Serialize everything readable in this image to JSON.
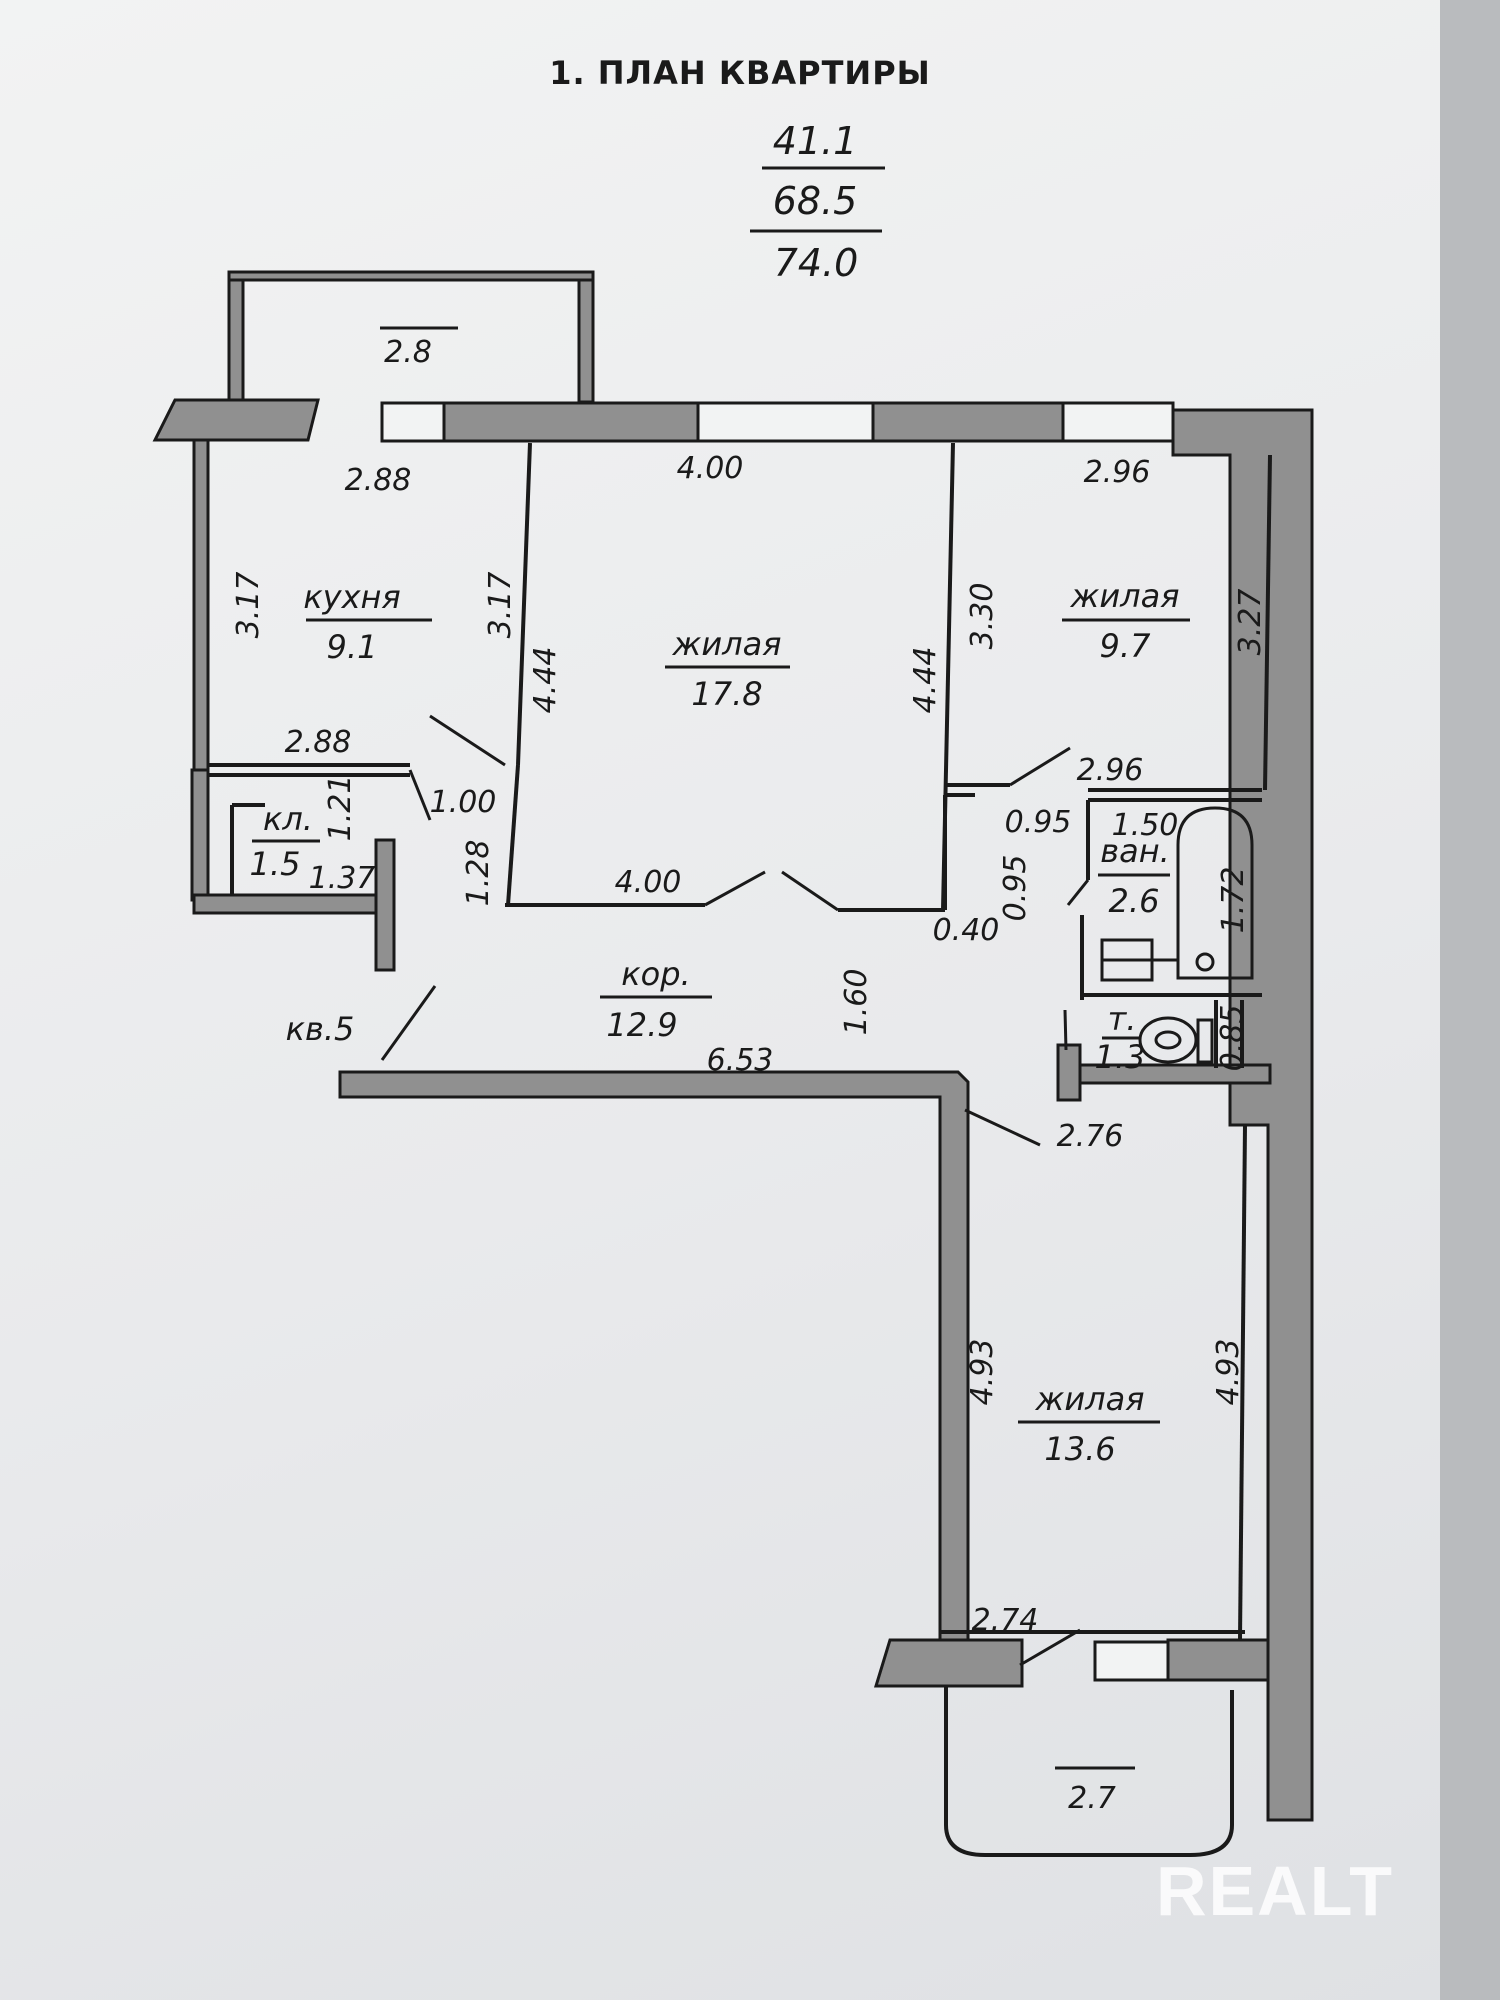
{
  "title": "1. ПЛАН КВАРТИРЫ",
  "areas": {
    "living": "41.1",
    "total": "68.5",
    "total_with_balcony": "74.0"
  },
  "rooms": {
    "balcony_top": {
      "area": "2.8"
    },
    "kitchen": {
      "name": "кухня",
      "area": "9.1"
    },
    "storage": {
      "name": "кл.",
      "area": "1.5"
    },
    "living_large": {
      "name": "жилая",
      "area": "17.8"
    },
    "living_small": {
      "name": "жилая",
      "area": "9.7"
    },
    "bathroom": {
      "name": "ван.",
      "area": "2.6"
    },
    "toilet": {
      "name": "т.",
      "area": "1.3"
    },
    "corridor": {
      "name": "кор.",
      "area": "12.9"
    },
    "living_bottom": {
      "name": "жилая",
      "area": "13.6"
    },
    "balcony_bottom": {
      "area": "2.7"
    }
  },
  "dimensions": {
    "kitchen_top": "2.88",
    "kitchen_left": "3.17",
    "kitchen_right": "3.17",
    "kitchen_bottom": "2.88",
    "storage_height": "1.21",
    "storage_width": "1.37",
    "door_1": "1.00",
    "corridor_left": "1.28",
    "large_top": "4.00",
    "large_left": "4.44",
    "large_right": "4.44",
    "large_bottom": "4.00",
    "small_top": "2.96",
    "small_left": "3.30",
    "small_right": "3.27",
    "small_bottom": "2.96",
    "bath_width": "1.50",
    "bath_height": "1.72",
    "hall_width": "0.95",
    "hall_height": "0.95",
    "hall_gap": "0.40",
    "toilet_width": "0.85",
    "corridor_height": "1.60",
    "corridor_length": "6.53",
    "bottom_top": "2.76",
    "bottom_left": "4.93",
    "bottom_right": "4.93",
    "bottom_bottom": "2.74"
  },
  "entrance": "кв.5",
  "watermark": "REALT"
}
